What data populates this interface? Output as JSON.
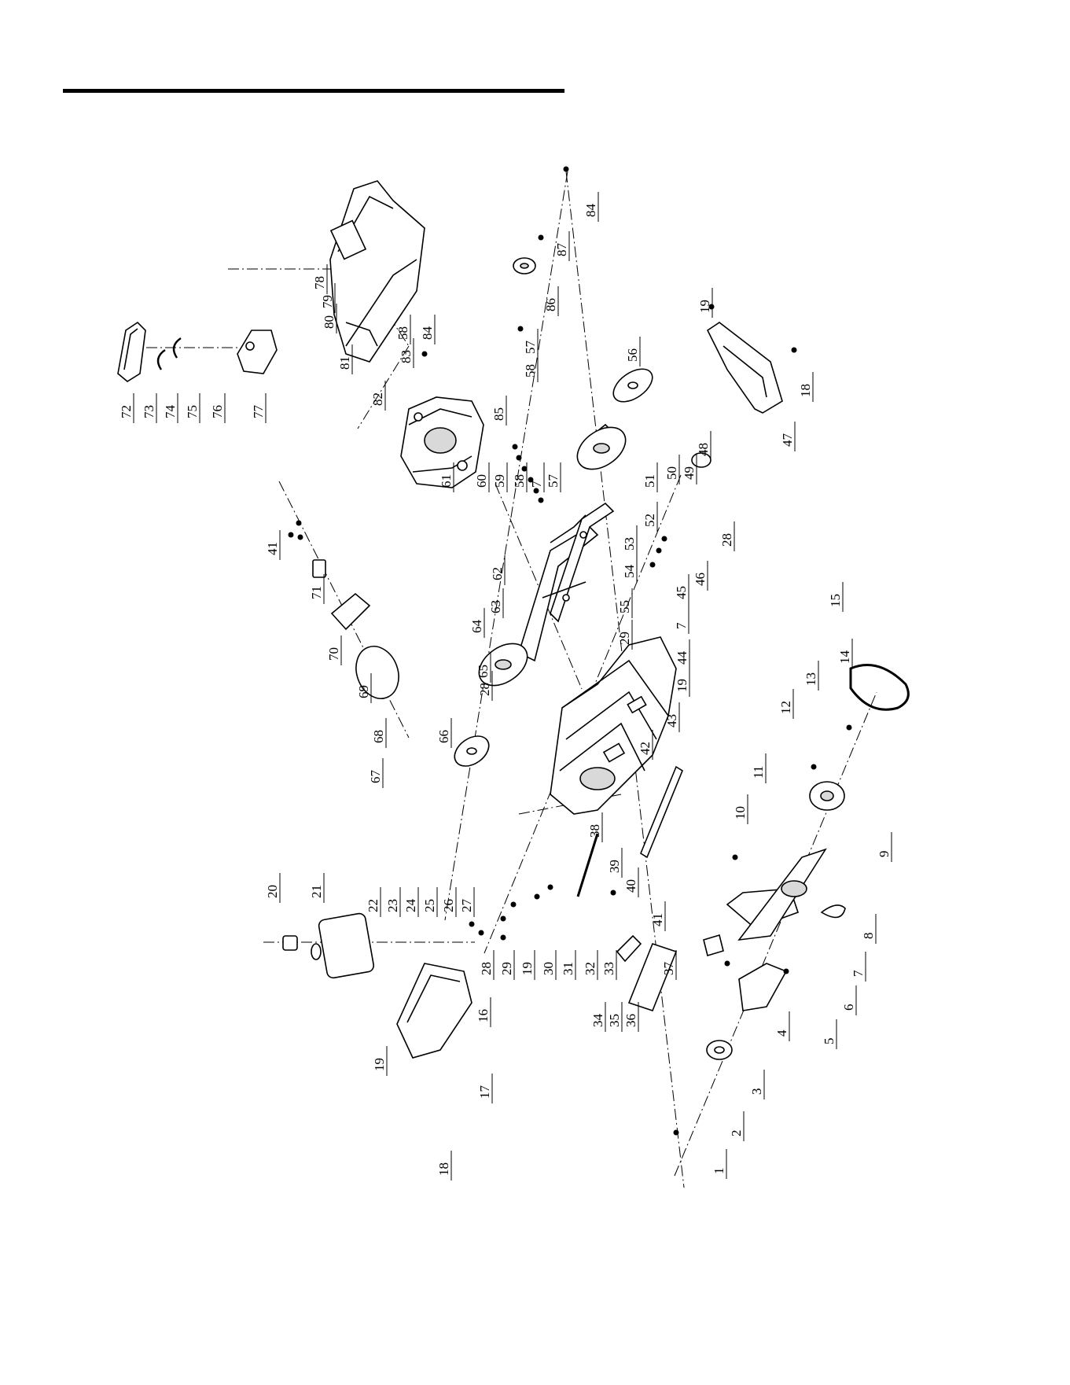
{
  "colors": {
    "ink": "#000000",
    "fill": "#ffffff",
    "shade": "#d9d9d9"
  },
  "parts": [
    {
      "label": "1"
    },
    {
      "label": "2"
    },
    {
      "label": "3"
    },
    {
      "label": "4"
    },
    {
      "label": "5"
    },
    {
      "label": "6"
    },
    {
      "label": "7"
    },
    {
      "label": "8"
    },
    {
      "label": "9"
    },
    {
      "label": "10"
    },
    {
      "label": "11"
    },
    {
      "label": "12"
    },
    {
      "label": "13"
    },
    {
      "label": "14"
    },
    {
      "label": "15"
    },
    {
      "label": "16"
    },
    {
      "label": "17"
    },
    {
      "label": "18"
    },
    {
      "label": "19"
    },
    {
      "label": "20"
    },
    {
      "label": "21"
    },
    {
      "label": "22"
    },
    {
      "label": "23"
    },
    {
      "label": "24"
    },
    {
      "label": "25"
    },
    {
      "label": "26"
    },
    {
      "label": "27"
    },
    {
      "label": "28"
    },
    {
      "label": "29"
    },
    {
      "label": "19"
    },
    {
      "label": "30"
    },
    {
      "label": "31"
    },
    {
      "label": "32"
    },
    {
      "label": "33"
    },
    {
      "label": "34"
    },
    {
      "label": "35"
    },
    {
      "label": "36"
    },
    {
      "label": "37"
    },
    {
      "label": "38"
    },
    {
      "label": "39"
    },
    {
      "label": "40"
    },
    {
      "label": "41"
    },
    {
      "label": "42"
    },
    {
      "label": "43"
    },
    {
      "label": "19"
    },
    {
      "label": "44"
    },
    {
      "label": "7"
    },
    {
      "label": "45"
    },
    {
      "label": "46"
    },
    {
      "label": "28"
    },
    {
      "label": "29"
    },
    {
      "label": "55"
    },
    {
      "label": "54"
    },
    {
      "label": "53"
    },
    {
      "label": "52"
    },
    {
      "label": "51"
    },
    {
      "label": "50"
    },
    {
      "label": "49"
    },
    {
      "label": "48"
    },
    {
      "label": "47"
    },
    {
      "label": "18"
    },
    {
      "label": "19"
    },
    {
      "label": "28"
    },
    {
      "label": "62"
    },
    {
      "label": "63"
    },
    {
      "label": "64"
    },
    {
      "label": "65"
    },
    {
      "label": "66"
    },
    {
      "label": "67"
    },
    {
      "label": "68"
    },
    {
      "label": "69"
    },
    {
      "label": "70"
    },
    {
      "label": "71"
    },
    {
      "label": "41"
    },
    {
      "label": "61"
    },
    {
      "label": "60"
    },
    {
      "label": "59"
    },
    {
      "label": "58"
    },
    {
      "label": "7"
    },
    {
      "label": "57"
    },
    {
      "label": "85"
    },
    {
      "label": "58"
    },
    {
      "label": "57"
    },
    {
      "label": "56"
    },
    {
      "label": "86"
    },
    {
      "label": "87"
    },
    {
      "label": "84"
    },
    {
      "label": "82"
    },
    {
      "label": "83"
    },
    {
      "label": "58"
    },
    {
      "label": "84"
    },
    {
      "label": "81"
    },
    {
      "label": "80"
    },
    {
      "label": "79"
    },
    {
      "label": "78"
    },
    {
      "label": "72"
    },
    {
      "label": "73"
    },
    {
      "label": "74"
    },
    {
      "label": "75"
    },
    {
      "label": "76"
    },
    {
      "label": "77"
    }
  ]
}
